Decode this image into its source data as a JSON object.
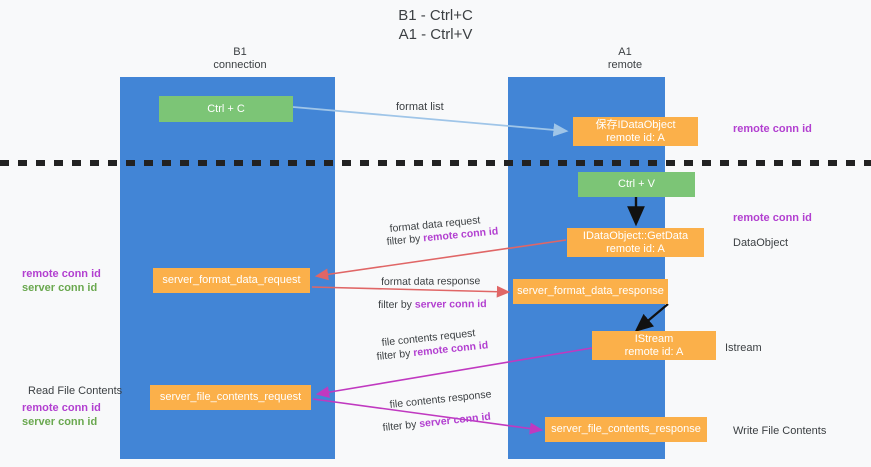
{
  "title": {
    "line1": "B1 - Ctrl+C",
    "line2": "A1 - Ctrl+V"
  },
  "columns": {
    "left": {
      "name": "B1",
      "role": "connection"
    },
    "right": {
      "name": "A1",
      "role": "remote"
    }
  },
  "nodes": {
    "ctrl_c": {
      "label": "Ctrl + C",
      "color": "#7cc576"
    },
    "ctrl_v": {
      "label": "Ctrl + V",
      "color": "#7cc576"
    },
    "idataobject": {
      "line1": "保存IDataObject",
      "line2": "remote id: A",
      "color": "#fbb04a"
    },
    "getdata": {
      "line1": "IDataObject::GetData",
      "line2": "remote id: A",
      "color": "#fbb04a"
    },
    "server_format_data_request": {
      "label": "server_format_data_request",
      "color": "#fbb04a"
    },
    "server_format_data_response": {
      "label": "server_format_data_response",
      "color": "#fbb04a"
    },
    "istream": {
      "line1": "IStream",
      "line2": "remote id: A",
      "color": "#fbb04a"
    },
    "server_file_contents_request": {
      "label": "server_file_contents_request",
      "color": "#fbb04a"
    },
    "server_file_contents_response": {
      "label": "server_file_contents_response",
      "color": "#fbb04a"
    }
  },
  "edge_labels": {
    "format_list": "format list",
    "format_data_request": "format data request",
    "format_data_request_filter_prefix": "filter by ",
    "format_data_request_filter_key": "remote conn id",
    "format_data_response": "format data response",
    "format_data_response_filter_prefix": "filter by ",
    "format_data_response_filter_key": "server conn id",
    "file_contents_request": "file contents request",
    "file_contents_request_filter_prefix": "filter by ",
    "file_contents_request_filter_key": "remote conn id",
    "file_contents_response": "file contents response",
    "file_contents_response_filter_prefix": "filter by ",
    "file_contents_response_filter_key": "server conn id"
  },
  "annotations": {
    "right_remote_conn_id_top": "remote conn id",
    "right_remote_conn_id_mid": "remote conn id",
    "right_dataobject": "DataObject",
    "right_istream": "Istream",
    "right_write_file_contents": "Write File Contents",
    "left_remote_conn_id_mid": "remote conn id",
    "left_server_conn_id_mid": "server conn id",
    "left_read_file_contents": "Read File Contents",
    "left_remote_conn_id_bottom": "remote conn id",
    "left_server_conn_id_bottom": "server conn id"
  },
  "colors": {
    "lane": "#4285d6",
    "green_node": "#7cc576",
    "orange_node": "#fbb04a",
    "purple_text": "#b23fd0",
    "green_text": "#6aa84f",
    "red_arrow": "#e06666",
    "magenta_arrow": "#c039c0",
    "blue_arrow": "#9fc5e8",
    "black_arrow": "#000000",
    "divider": "#222222",
    "background": "#f8f9fa"
  }
}
